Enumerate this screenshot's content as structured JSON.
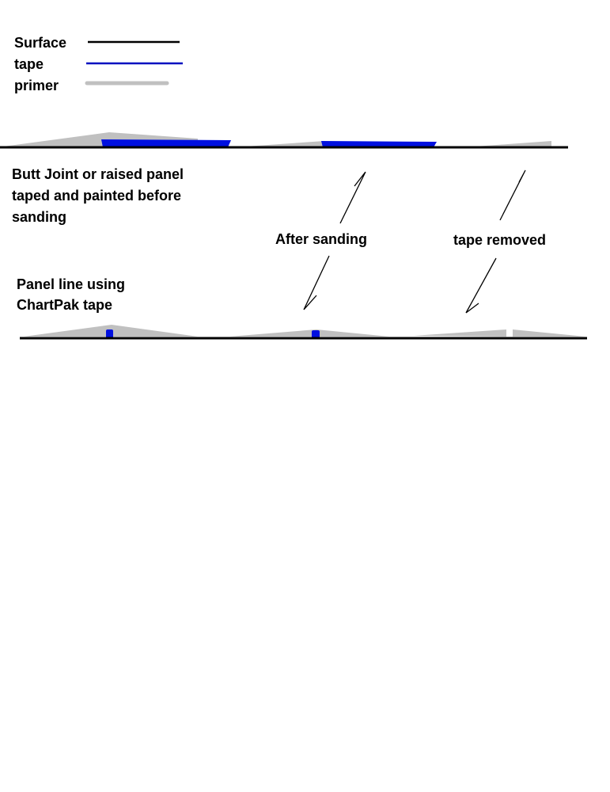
{
  "legend": {
    "surface": "Surface",
    "tape": "tape",
    "primer": "primer"
  },
  "labels": {
    "butt_joint": [
      "Butt Joint or raised panel",
      "taped and painted before",
      "sanding"
    ],
    "panel_line": [
      "Panel line using",
      "ChartPak tape"
    ],
    "after_sanding": "After sanding",
    "tape_removed": "tape removed"
  },
  "colors": {
    "surface": "#000000",
    "tape": "#0010e0",
    "primer": "#c0c0c0"
  }
}
